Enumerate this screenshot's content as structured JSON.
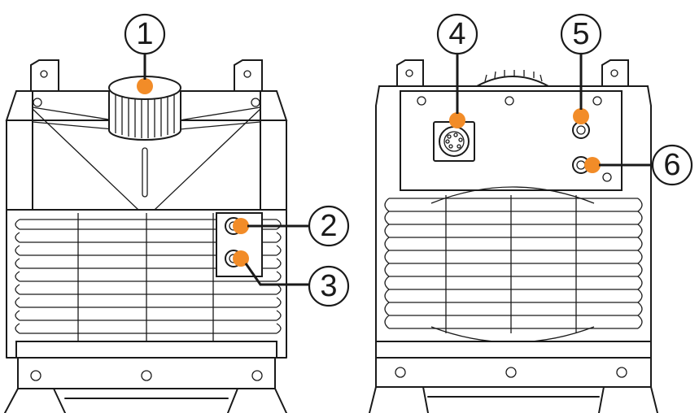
{
  "diagram": {
    "marker_color": "#f28c28",
    "line_color": "#1a1a1a",
    "callouts": [
      {
        "id": "1",
        "label": "1"
      },
      {
        "id": "2",
        "label": "2"
      },
      {
        "id": "3",
        "label": "3"
      },
      {
        "id": "4",
        "label": "4"
      },
      {
        "id": "5",
        "label": "5"
      },
      {
        "id": "6",
        "label": "6"
      }
    ]
  }
}
